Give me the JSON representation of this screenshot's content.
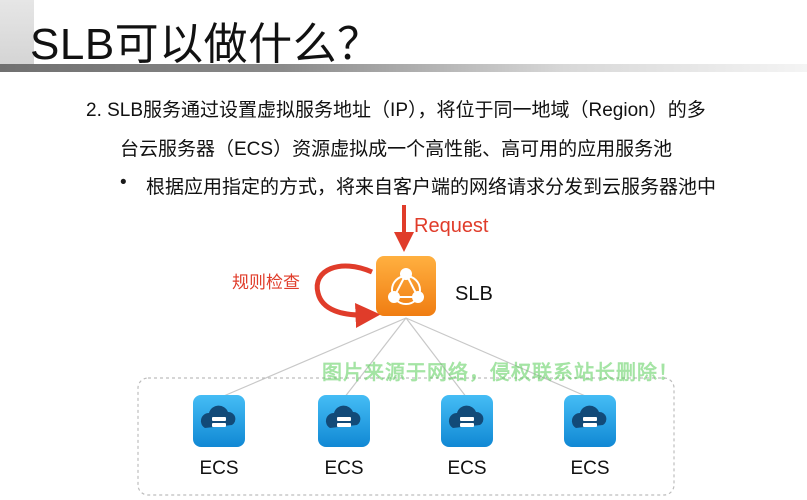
{
  "slide": {
    "title": "SLB可以做什么？",
    "paragraph_line1": "2. SLB服务通过设置虚拟服务地址（IP），将位于同一地域（Region）的多",
    "paragraph_line2": "台云服务器（ECS）资源虚拟成一个高性能、高可用的应用服务池",
    "bullet_marker": "•",
    "bullet_text": "根据应用指定的方式，将来自客户端的网络请求分发到云服务器池中"
  },
  "diagram": {
    "request_label": "Request",
    "rule_check_label": "规则检查",
    "slb_label": "SLB",
    "ecs_nodes": [
      {
        "label": "ECS"
      },
      {
        "label": "ECS"
      },
      {
        "label": "ECS"
      },
      {
        "label": "ECS"
      }
    ],
    "icons": {
      "slb": "share-network-icon",
      "ecs": "cloud-server-icon"
    },
    "colors": {
      "accent_red": "#e03c2a",
      "slb_orange": "#f7941d",
      "ecs_blue": "#1ea0e6",
      "line_gray": "#c8c8c8",
      "border_dashed": "#bdbdbd"
    }
  },
  "watermark": {
    "text": "图片来源于网络，侵权联系站长删除！"
  }
}
